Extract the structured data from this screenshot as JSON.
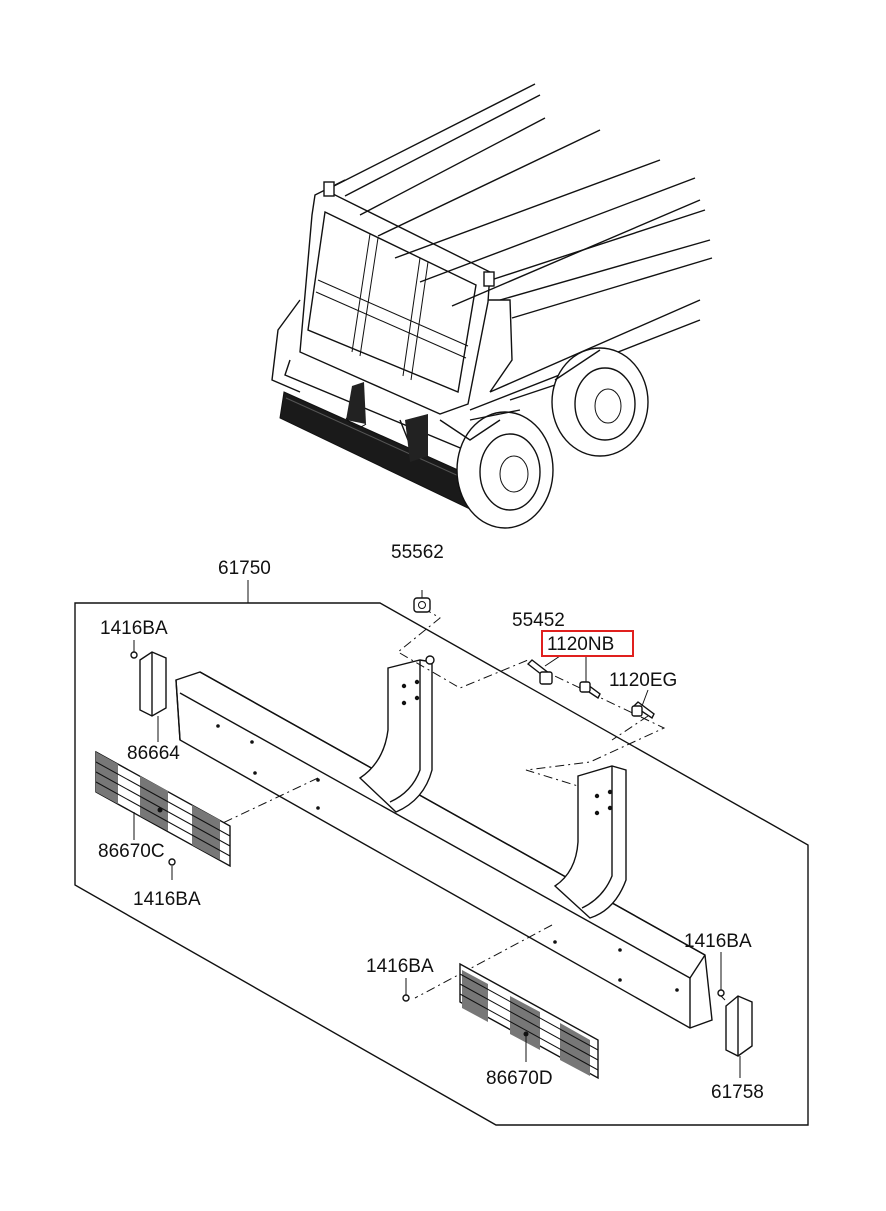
{
  "diagram": {
    "callouts": {
      "assembly": "61750",
      "nut_top": "55562",
      "bolt_a": "55452",
      "bolt_highlighted": "1120NB",
      "bolt_b": "1120EG",
      "screw_top_left": "1416BA",
      "end_cap_left": "86664",
      "reflector_left": "86670C",
      "screw_left_lower": "1416BA",
      "screw_center": "1416BA",
      "screw_right": "1416BA",
      "reflector_right": "86670D",
      "end_cap_right": "61758"
    },
    "highlight_color": "#e0201e"
  }
}
